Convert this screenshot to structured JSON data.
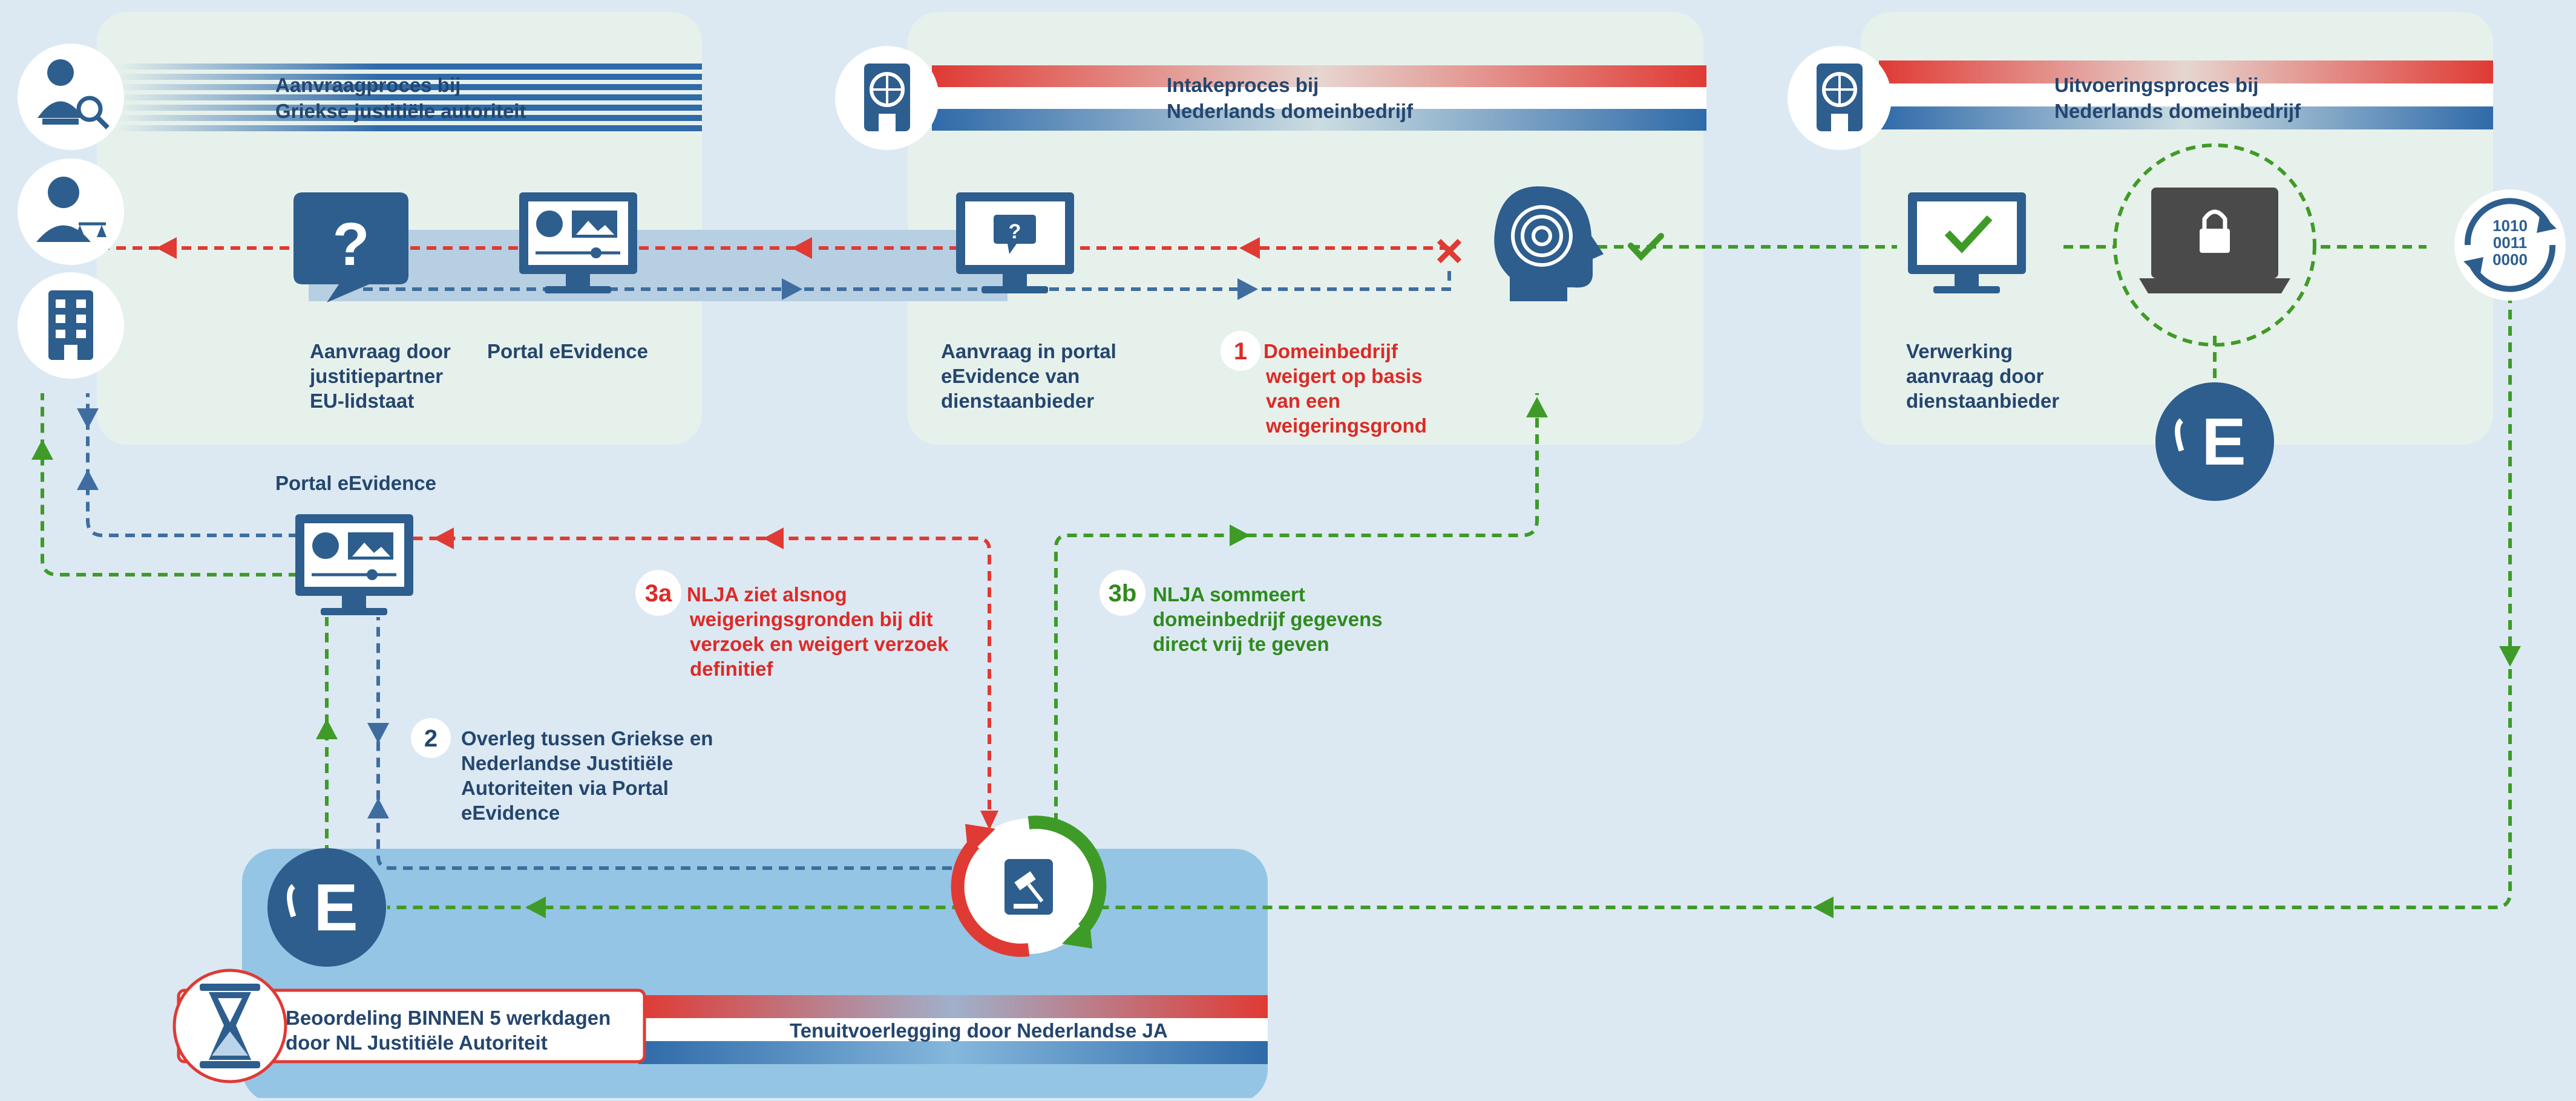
{
  "colors": {
    "background": "#dce9f3",
    "panel": "#e7f1ec",
    "execution_panel": "#94c5e5",
    "navy": "#2d5e8e",
    "red": "#dd2a26",
    "green": "#2f8a1d",
    "dark_text": "#24466f"
  },
  "sections": {
    "request": {
      "title_line1": "Aanvraagproces bij",
      "title_line2": "Griekse justitiële autoriteit"
    },
    "intake": {
      "title_line1": "Intakeproces bij",
      "title_line2": "Nederlands domeinbedrijf"
    },
    "execution": {
      "title_line1": "Uitvoeringsproces bij",
      "title_line2": "Nederlands domeinbedrijf"
    }
  },
  "labels": {
    "request_by_partner": [
      "Aanvraag door",
      "justitiepartner",
      "EU-lidstaat"
    ],
    "portal_top": "Portal eEvidence",
    "request_in_portal": [
      "Aanvraag in portal",
      "eEvidence van",
      "dienstaanbieder"
    ],
    "processing_request": [
      "Verwerking",
      "aanvraag door",
      "dienstaanbieder"
    ],
    "portal_left": "Portal eEvidence",
    "assessment": [
      "Beoordeling BINNEN 5 werkdagen",
      "door NL Justitiële Autoriteit"
    ],
    "enforcement": "Tenuitvoerlegging door Nederlandse JA",
    "binary_code": [
      "1010",
      "0011",
      "0000"
    ]
  },
  "steps": {
    "step1": {
      "number": "1",
      "lines": [
        "Domeinbedrijf",
        "weigert op basis",
        "van een",
        "weigeringsgrond"
      ]
    },
    "step2": {
      "number": "2",
      "lines": [
        "Overleg tussen Griekse en",
        "Nederlandse Justitiële",
        "Autoriteiten via Portal",
        "eEvidence"
      ]
    },
    "step3a": {
      "number": "3a",
      "lines": [
        "NLJA ziet alsnog",
        "weigeringsgronden bij dit",
        "verzoek en weigert verzoek",
        "definitief"
      ]
    },
    "step3b": {
      "number": "3b",
      "lines": [
        "NLJA sommeert",
        "domeinbedrijf gegevens",
        "direct vrij te geven"
      ]
    }
  }
}
